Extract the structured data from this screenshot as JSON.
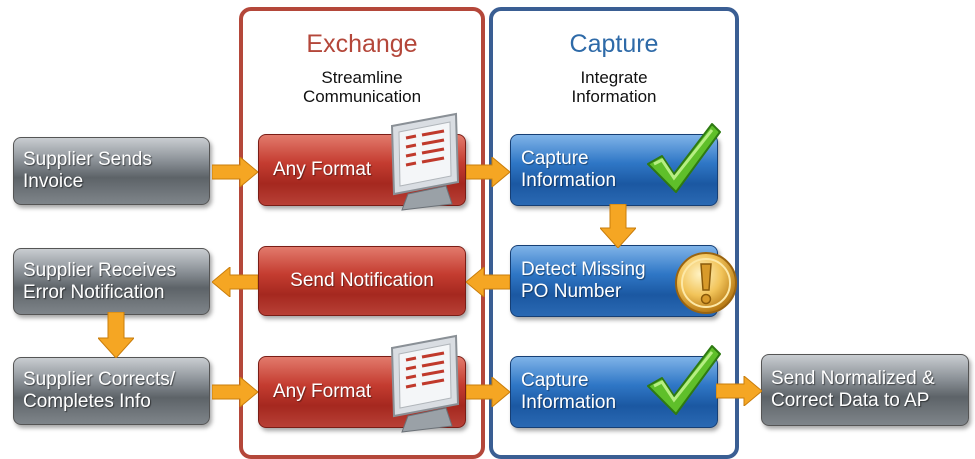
{
  "exchange": {
    "title": "Exchange",
    "subtitle_line1": "Streamline",
    "subtitle_line2": "Communication",
    "title_color": "#b4473a"
  },
  "capture": {
    "title": "Capture",
    "subtitle_line1": "Integrate",
    "subtitle_line2": "Information",
    "title_color": "#2e6aa8"
  },
  "left_boxes": {
    "row1": {
      "line1": "Supplier Sends",
      "line2": "Invoice"
    },
    "row2": {
      "line1": "Supplier Receives",
      "line2": "Error Notification"
    },
    "row3": {
      "line1": "Supplier Corrects/",
      "line2": "Completes Info"
    }
  },
  "exchange_boxes": {
    "row1": "Any Format",
    "row2": "Send Notification",
    "row3": "Any Format"
  },
  "capture_boxes": {
    "row1": {
      "line1": "Capture",
      "line2": "Information"
    },
    "row2": {
      "line1": "Detect Missing",
      "line2": "PO Number"
    },
    "row3": {
      "line1": "Capture",
      "line2": "Information"
    }
  },
  "output_box": {
    "line1": "Send Normalized &",
    "line2": "Correct Data to AP"
  },
  "icons": {
    "monitor": "monitor-document-icon",
    "check": "checkmark-icon",
    "warning": "exclamation-warning-icon"
  },
  "colors": {
    "arrow": "#f5a623",
    "exchange_border": "#b4473a",
    "capture_border": "#3a5e93"
  }
}
